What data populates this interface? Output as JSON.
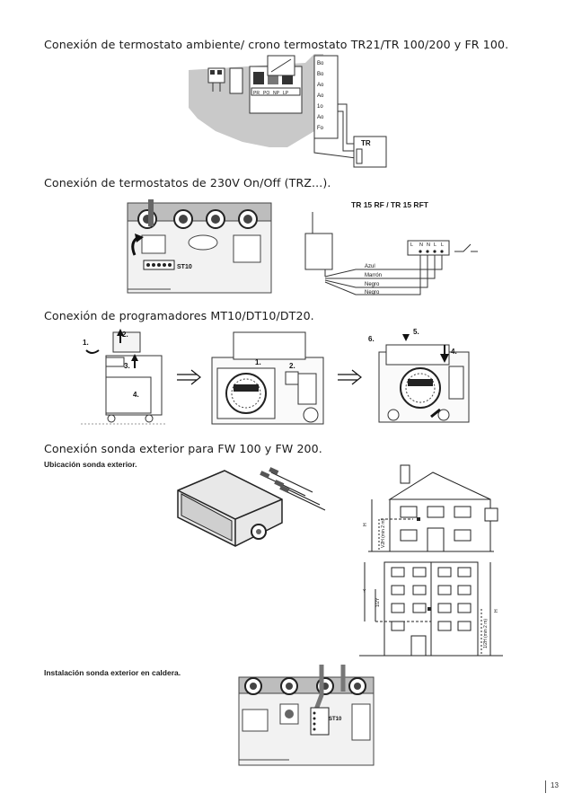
{
  "sections": {
    "thermostat": {
      "heading": "Conexión de termostato ambiente/ crono termostato TR21/TR 100/200 y FR 100.",
      "terminals": [
        "Bo",
        "Bo",
        "Ao",
        "Ao",
        "1o",
        "Ao",
        "Fo"
      ],
      "module_label": "TR",
      "connector_labels": [
        "PR",
        "PO",
        "NP",
        "LP"
      ]
    },
    "onoff": {
      "heading": "Conexión de termostatos de 230V On/Off (TRZ...).",
      "terminal_label": "ST10",
      "rf_label": "TR 15 RF / TR 15 RFT",
      "wires": [
        "Azul",
        "Marrón",
        "Negro",
        "Negro"
      ],
      "rf_terminals": [
        "L",
        "N",
        "N",
        "L",
        "L"
      ]
    },
    "programmers": {
      "heading": "Conexión de programadores MT10/DT10/DT20.",
      "steps": [
        "1.",
        "2.",
        "3.",
        "4.",
        "5.",
        "6."
      ]
    },
    "sensor": {
      "heading": "Conexión sonda exterior para FW 100 y FW 200.",
      "location_label": "Ubicación sonda exterior.",
      "install_label": "Instalación sonda exterior en caldera.",
      "dimension_labels": [
        "H",
        "V2H (min 2 m)",
        "Y",
        "1/2Y",
        "H",
        "1/2H (min 2 m)"
      ],
      "boiler_terminal": "ST10"
    }
  },
  "page_number": "13"
}
